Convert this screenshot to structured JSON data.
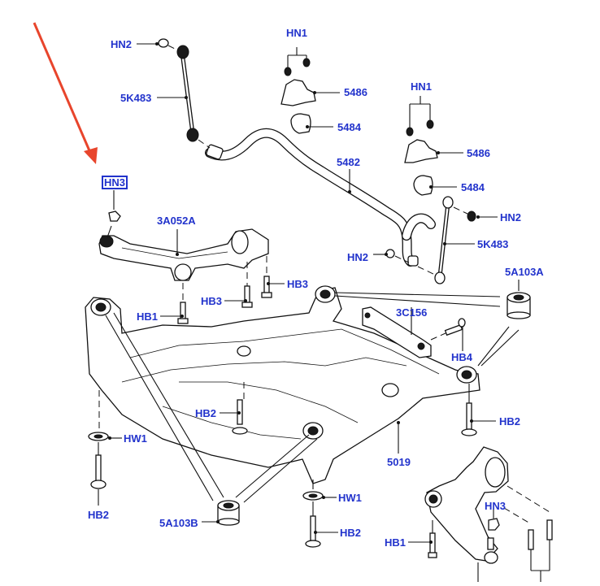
{
  "diagram": {
    "title": "Front Subframe, Lower Control Arms and Stabilizer Bar - Exploded Parts Diagram",
    "highlight_color": "#e8452c",
    "label_color": "#2233cc",
    "highlighted_label": "HN3",
    "labels": {
      "hn2_top_left": "HN2",
      "k5483_left": "5K483",
      "hn1_center": "HN1",
      "p5486_center": "5486",
      "p5484_center": "5484",
      "hn1_right": "HN1",
      "p5486_right": "5486",
      "p5482": "5482",
      "p5484_right": "5484",
      "hn2_right": "HN2",
      "k5483_right": "5K483",
      "hn2_center": "HN2",
      "hn3_top": "HN3",
      "a3a052a": "3A052A",
      "hb3_upper": "HB3",
      "hb3_lower": "HB3",
      "hb1_left": "HB1",
      "a5a103a": "5A103A",
      "c3c156": "3C156",
      "hb4": "HB4",
      "hb2_center": "HB2",
      "hb2_right": "HB2",
      "hw1_left": "HW1",
      "hb2_left": "HB2",
      "p5019": "5019",
      "a5a103b": "5A103B",
      "hw1_center": "HW1",
      "hb2_bottom": "HB2",
      "hn3_bottom": "HN3",
      "hb1_bottom": "HB1"
    }
  }
}
